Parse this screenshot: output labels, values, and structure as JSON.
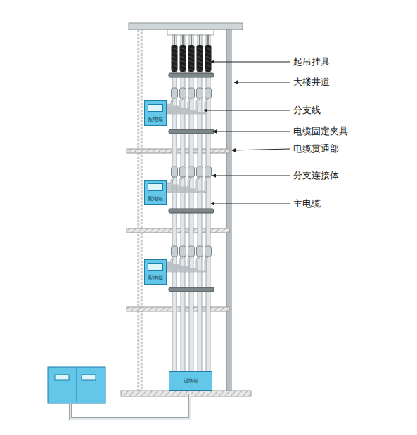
{
  "diagram": {
    "nodes": [
      {
        "text": [
          "配电箱"
        ]
      },
      {
        "text": [
          "配电箱"
        ]
      },
      {
        "text": [
          "配电箱"
        ]
      },
      {
        "text": [
          "进线箱"
        ]
      }
    ],
    "labels": [
      "起吊挂具",
      "大楼井道",
      "分支线",
      "电缆固定夹具",
      "电缆贯通部",
      "分支连接体",
      "主电缆"
    ]
  }
}
